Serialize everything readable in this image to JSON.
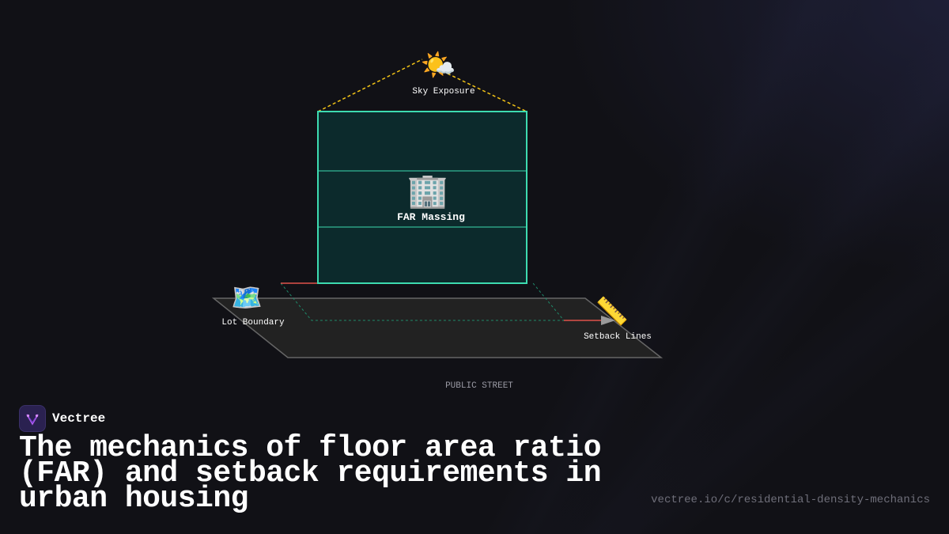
{
  "diagram": {
    "labels": {
      "sky_exposure": "Sky Exposure",
      "far_massing": "FAR Massing",
      "lot_boundary": "Lot Boundary",
      "setback_lines": "Setback Lines",
      "public_street": "PUBLIC STREET"
    },
    "icons": {
      "sun": "☀️",
      "cloud": "☁️",
      "building": "🏢",
      "map": "🗺️",
      "ruler": "📏"
    },
    "colors": {
      "mass_stroke": "#3ddbb0",
      "mass_fill": "#0c2a2c",
      "sky_plane": "#f2c316",
      "setback": "#e0524b",
      "lot": "#222222",
      "lot_stroke": "#666666"
    }
  },
  "brand": {
    "name": "Vectree"
  },
  "headline": "The mechanics of floor area ratio (FAR) and setback requirements in urban housing",
  "url": "vectree.io/c/residential-density-mechanics"
}
